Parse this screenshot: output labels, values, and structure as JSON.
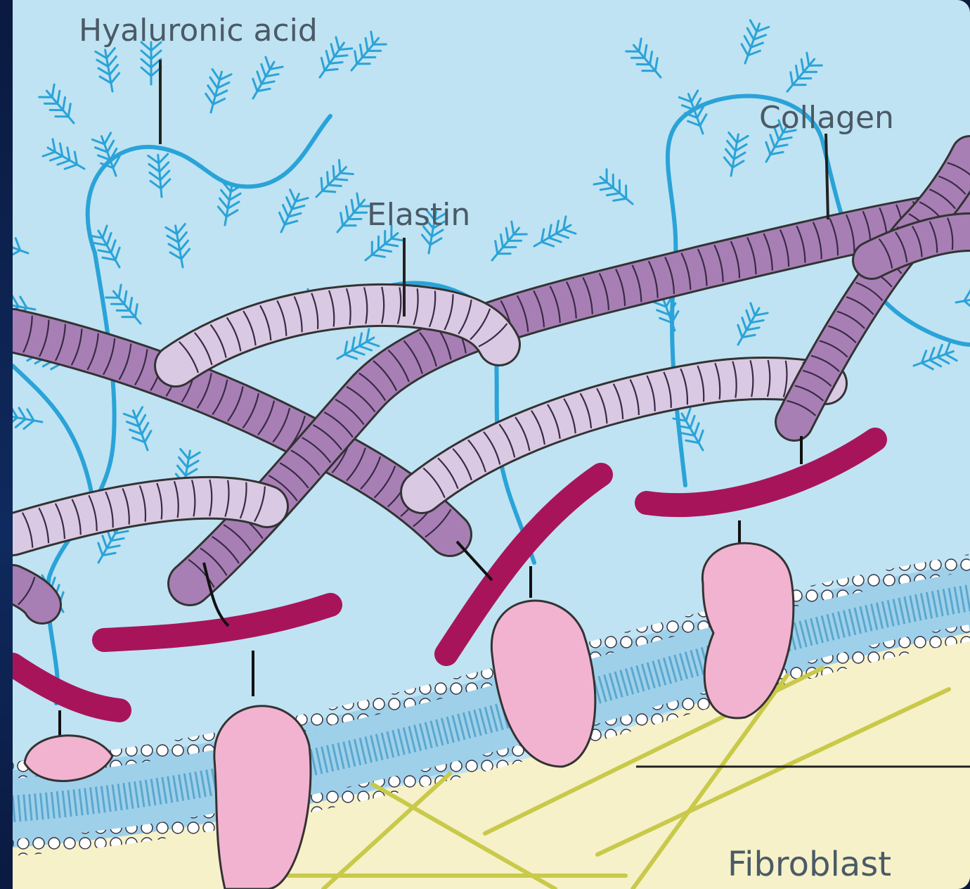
{
  "diagram": {
    "labels": {
      "hyaluronic_acid": "Hyaluronic acid",
      "collagen": "Collagen",
      "elastin": "Elastin",
      "fibroblast": "Fibroblast"
    },
    "colors": {
      "background": "#bfe3f2",
      "cytoplasm": "#f6f1c8",
      "hyaluronic_acid": "#2aa3d8",
      "collagen_dark": "#a77fb5",
      "collagen_light": "#d9c9e3",
      "integrin": "#a8145a",
      "receptor": "#f2b3d0",
      "actin": "#c9c94a"
    }
  }
}
